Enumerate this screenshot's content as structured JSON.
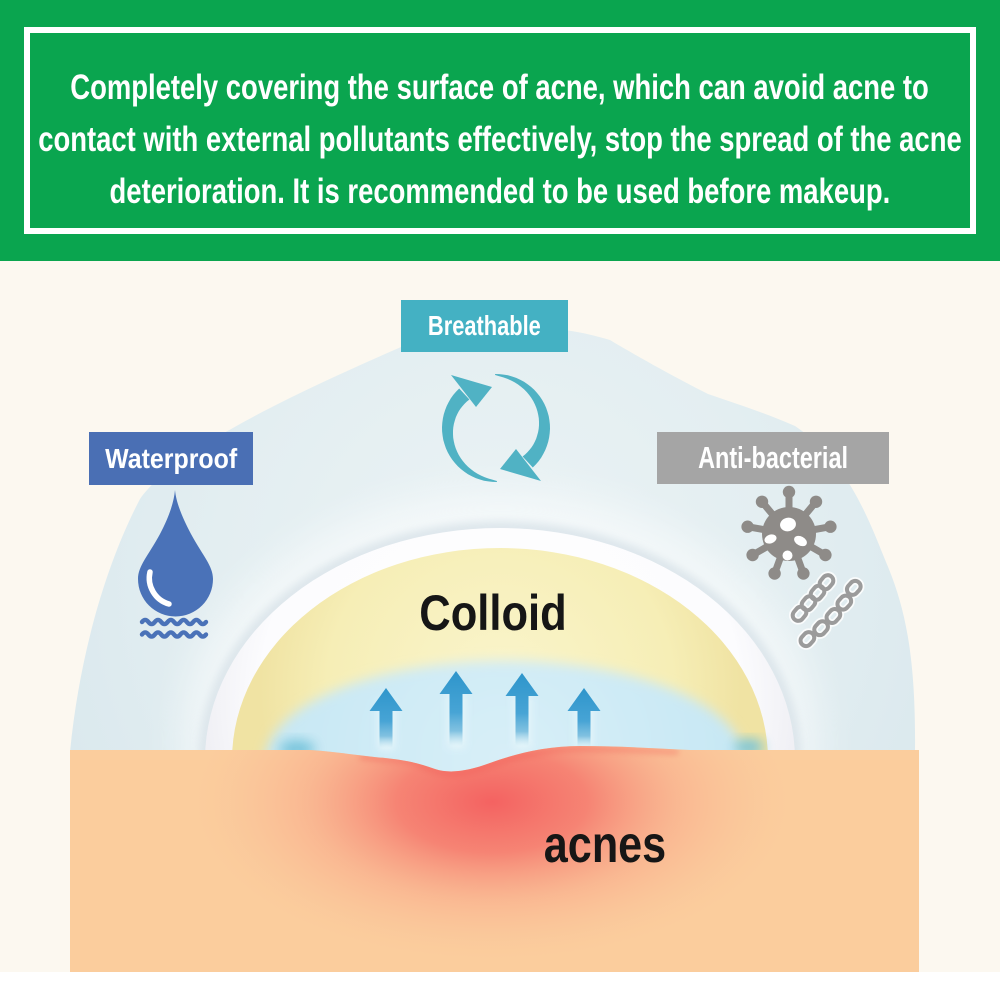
{
  "banner": {
    "lines": [
      "Completely covering the surface of acne, which can avoid acne to",
      "contact with external pollutants effectively, stop the spread of the acne",
      "deterioration. It is recommended to be used before makeup."
    ],
    "background_color": "#0aa54f",
    "text_color": "#ffffff",
    "border_color": "#ffffff"
  },
  "feature_tags": {
    "breathable": {
      "label": "Breathable",
      "background_color": "#44b1c3"
    },
    "waterproof": {
      "label": "Waterproof",
      "background_color": "#4a6fb4"
    },
    "antibacterial": {
      "label": "Anti-bacterial",
      "background_color": "#a5a5a5"
    }
  },
  "diagram": {
    "colloid_label": "Colloid",
    "acnes_label": "acnes",
    "background_color": "#fcf8f0",
    "dome_color": "#e2eef1",
    "skin_color": "#fbcd9d",
    "acne_color": "#f2575a",
    "patch_color": "#f6eeb2",
    "arrow_color": "#3b9ed3",
    "droplet_color": "#4a72b8",
    "recycle_color": "#50b2c4",
    "virus_color": "#8e8b88",
    "chain_color": "#9b9b9b"
  }
}
